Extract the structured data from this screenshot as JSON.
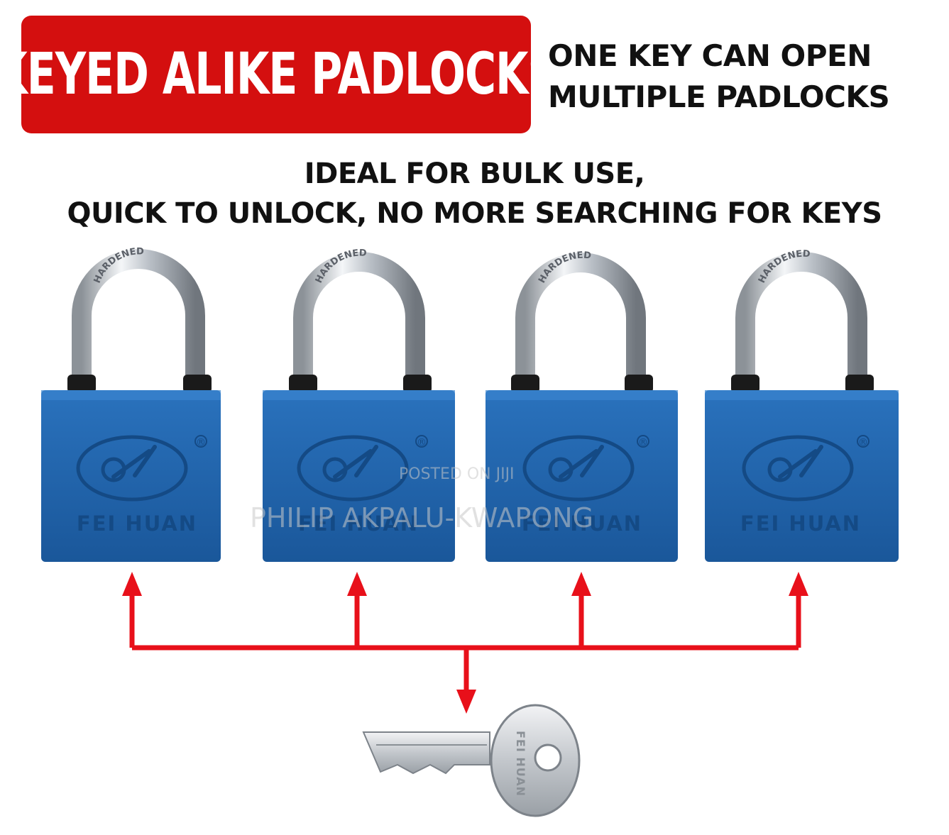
{
  "banner": {
    "title": "KEYED ALIKE PADLOCKS"
  },
  "tagline": {
    "line1": "ONE KEY CAN OPEN",
    "line2": "MULTIPLE PADLOCKS"
  },
  "benefits": {
    "line1": "IDEAL FOR BULK USE,",
    "line2": "QUICK TO UNLOCK, NO MORE SEARCHING FOR KEYS"
  },
  "padlocks": [
    {
      "shackle_text": "HARDENED",
      "brand": "FEI HUAN",
      "trademark": "®"
    },
    {
      "shackle_text": "HARDENED",
      "brand": "FEI HUAN",
      "trademark": "®"
    },
    {
      "shackle_text": "HARDENED",
      "brand": "FEI HUAN",
      "trademark": "®"
    },
    {
      "shackle_text": "HARDENED",
      "brand": "FEI HUAN",
      "trademark": "®"
    }
  ],
  "key": {
    "brand": "FEI HUAN"
  },
  "watermark": {
    "line1": "POSTED ON JIJI",
    "line2": "PHILIP AKPALU-KWAPONG"
  },
  "colors": {
    "banner_red": "#d40f0f",
    "padlock_blue": "#1f62a8",
    "arrow_red": "#e8101a",
    "shackle_silver": "#c9ced4"
  }
}
